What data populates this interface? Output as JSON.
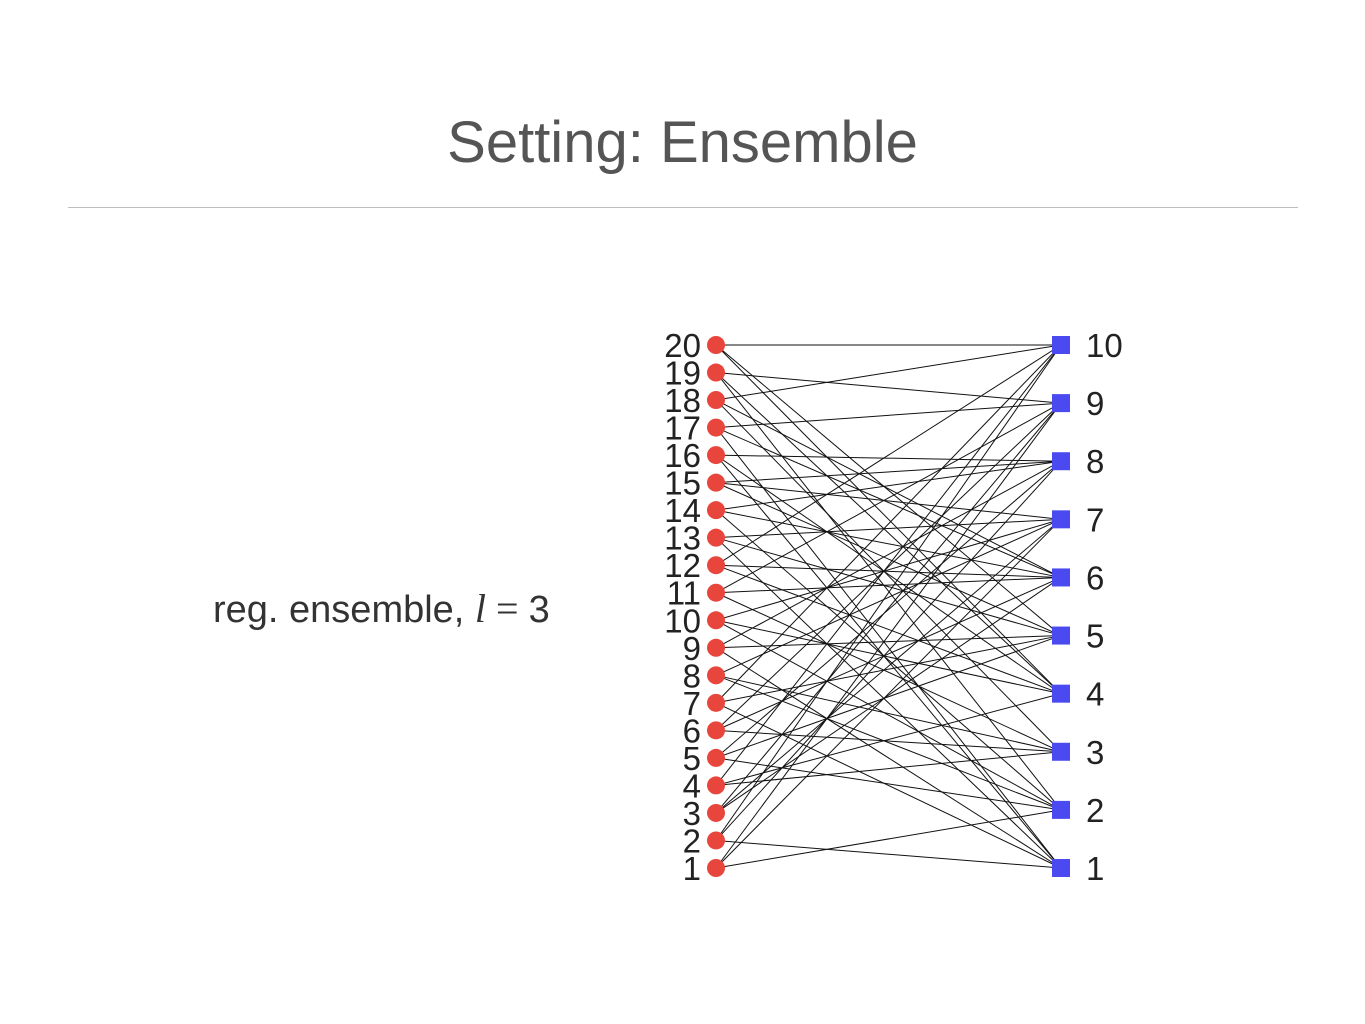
{
  "slide": {
    "title": "Setting: Ensemble"
  },
  "caption": {
    "prefix": "reg. ensemble, ",
    "variable": "l",
    "operator": "=",
    "value": "3"
  },
  "diagram": {
    "type": "bipartite-graph",
    "left_nodes": [
      "1",
      "2",
      "3",
      "4",
      "5",
      "6",
      "7",
      "8",
      "9",
      "10",
      "11",
      "12",
      "13",
      "14",
      "15",
      "16",
      "17",
      "18",
      "19",
      "20"
    ],
    "right_nodes": [
      "1",
      "2",
      "3",
      "4",
      "5",
      "6",
      "7",
      "8",
      "9",
      "10"
    ],
    "left_node_color": "#e8453c",
    "right_node_color": "#4a4af0",
    "edge_color": "#111111",
    "left_degree": 3,
    "edges": [
      [
        20,
        10
      ],
      [
        20,
        4
      ],
      [
        20,
        5
      ],
      [
        19,
        9
      ],
      [
        19,
        2
      ],
      [
        19,
        4
      ],
      [
        18,
        10
      ],
      [
        18,
        3
      ],
      [
        18,
        6
      ],
      [
        17,
        9
      ],
      [
        17,
        1
      ],
      [
        17,
        6
      ],
      [
        16,
        8
      ],
      [
        16,
        1
      ],
      [
        16,
        4
      ],
      [
        15,
        7
      ],
      [
        15,
        5
      ],
      [
        15,
        8
      ],
      [
        14,
        6
      ],
      [
        14,
        2
      ],
      [
        14,
        8
      ],
      [
        13,
        7
      ],
      [
        13,
        1
      ],
      [
        13,
        5
      ],
      [
        12,
        10
      ],
      [
        12,
        6
      ],
      [
        12,
        4
      ],
      [
        11,
        9
      ],
      [
        11,
        6
      ],
      [
        11,
        3
      ],
      [
        10,
        7
      ],
      [
        10,
        2
      ],
      [
        10,
        4
      ],
      [
        9,
        8
      ],
      [
        9,
        5
      ],
      [
        9,
        1
      ],
      [
        8,
        7
      ],
      [
        8,
        3
      ],
      [
        8,
        2
      ],
      [
        7,
        10
      ],
      [
        7,
        5
      ],
      [
        7,
        1
      ],
      [
        6,
        9
      ],
      [
        6,
        3
      ],
      [
        6,
        6
      ],
      [
        5,
        8
      ],
      [
        5,
        2
      ],
      [
        5,
        5
      ],
      [
        4,
        10
      ],
      [
        4,
        4
      ],
      [
        4,
        3
      ],
      [
        3,
        9
      ],
      [
        3,
        7
      ],
      [
        3,
        6
      ],
      [
        2,
        10
      ],
      [
        2,
        8
      ],
      [
        2,
        1
      ],
      [
        1,
        9
      ],
      [
        1,
        7
      ],
      [
        1,
        2
      ]
    ]
  }
}
